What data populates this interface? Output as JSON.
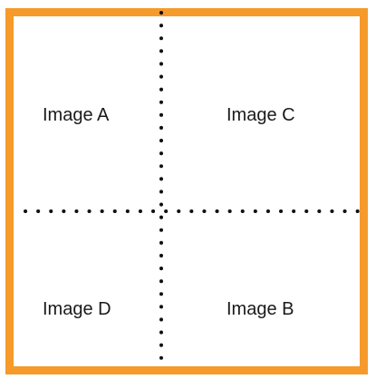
{
  "frame": {
    "border_color": "#f59a2b",
    "divider_color": "#111111",
    "divider_style": "dotted"
  },
  "quadrants": {
    "top_left": "Image A",
    "top_right": "Image C",
    "bottom_left": "Image D",
    "bottom_right": "Image B"
  }
}
